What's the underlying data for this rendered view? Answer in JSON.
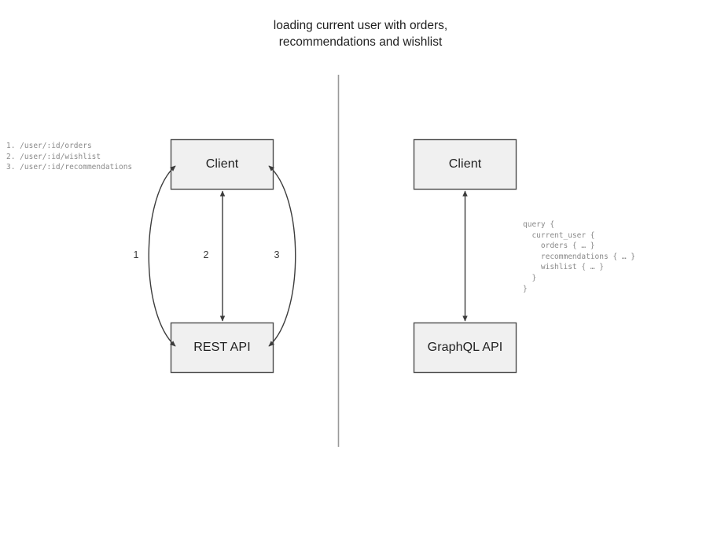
{
  "title": "loading current user with orders,\nrecommendations and wishlist",
  "divider": {
    "name": "vertical-divider",
    "color": "#9a9a9a"
  },
  "style": {
    "box_fill": "#f0f0f0",
    "box_stroke": "#4d4d4d",
    "arrow_color": "#3c3c3c",
    "code_color": "#8a8a8a",
    "title_color": "#1f1f1f"
  },
  "left_panel": {
    "name": "rest-api-panel",
    "nodes": {
      "client": "Client",
      "api": "REST API"
    },
    "arrows": [
      {
        "index": "1",
        "label": "1",
        "shape": "curved-left",
        "heads": "both"
      },
      {
        "index": "2",
        "label": "2",
        "shape": "straight",
        "heads": "both"
      },
      {
        "index": "3",
        "label": "3",
        "shape": "curved-right",
        "heads": "both"
      }
    ],
    "endpoints": "1. /user/:id/orders\n2. /user/:id/wishlist\n3. /user/:id/recommendations"
  },
  "right_panel": {
    "name": "graphql-api-panel",
    "nodes": {
      "client": "Client",
      "api": "GraphQL API"
    },
    "arrows": [
      {
        "shape": "straight",
        "heads": "both"
      }
    ],
    "query": "query {\n  current_user {\n    orders { … }\n    recommendations { … }\n    wishlist { … }\n  }\n}"
  }
}
